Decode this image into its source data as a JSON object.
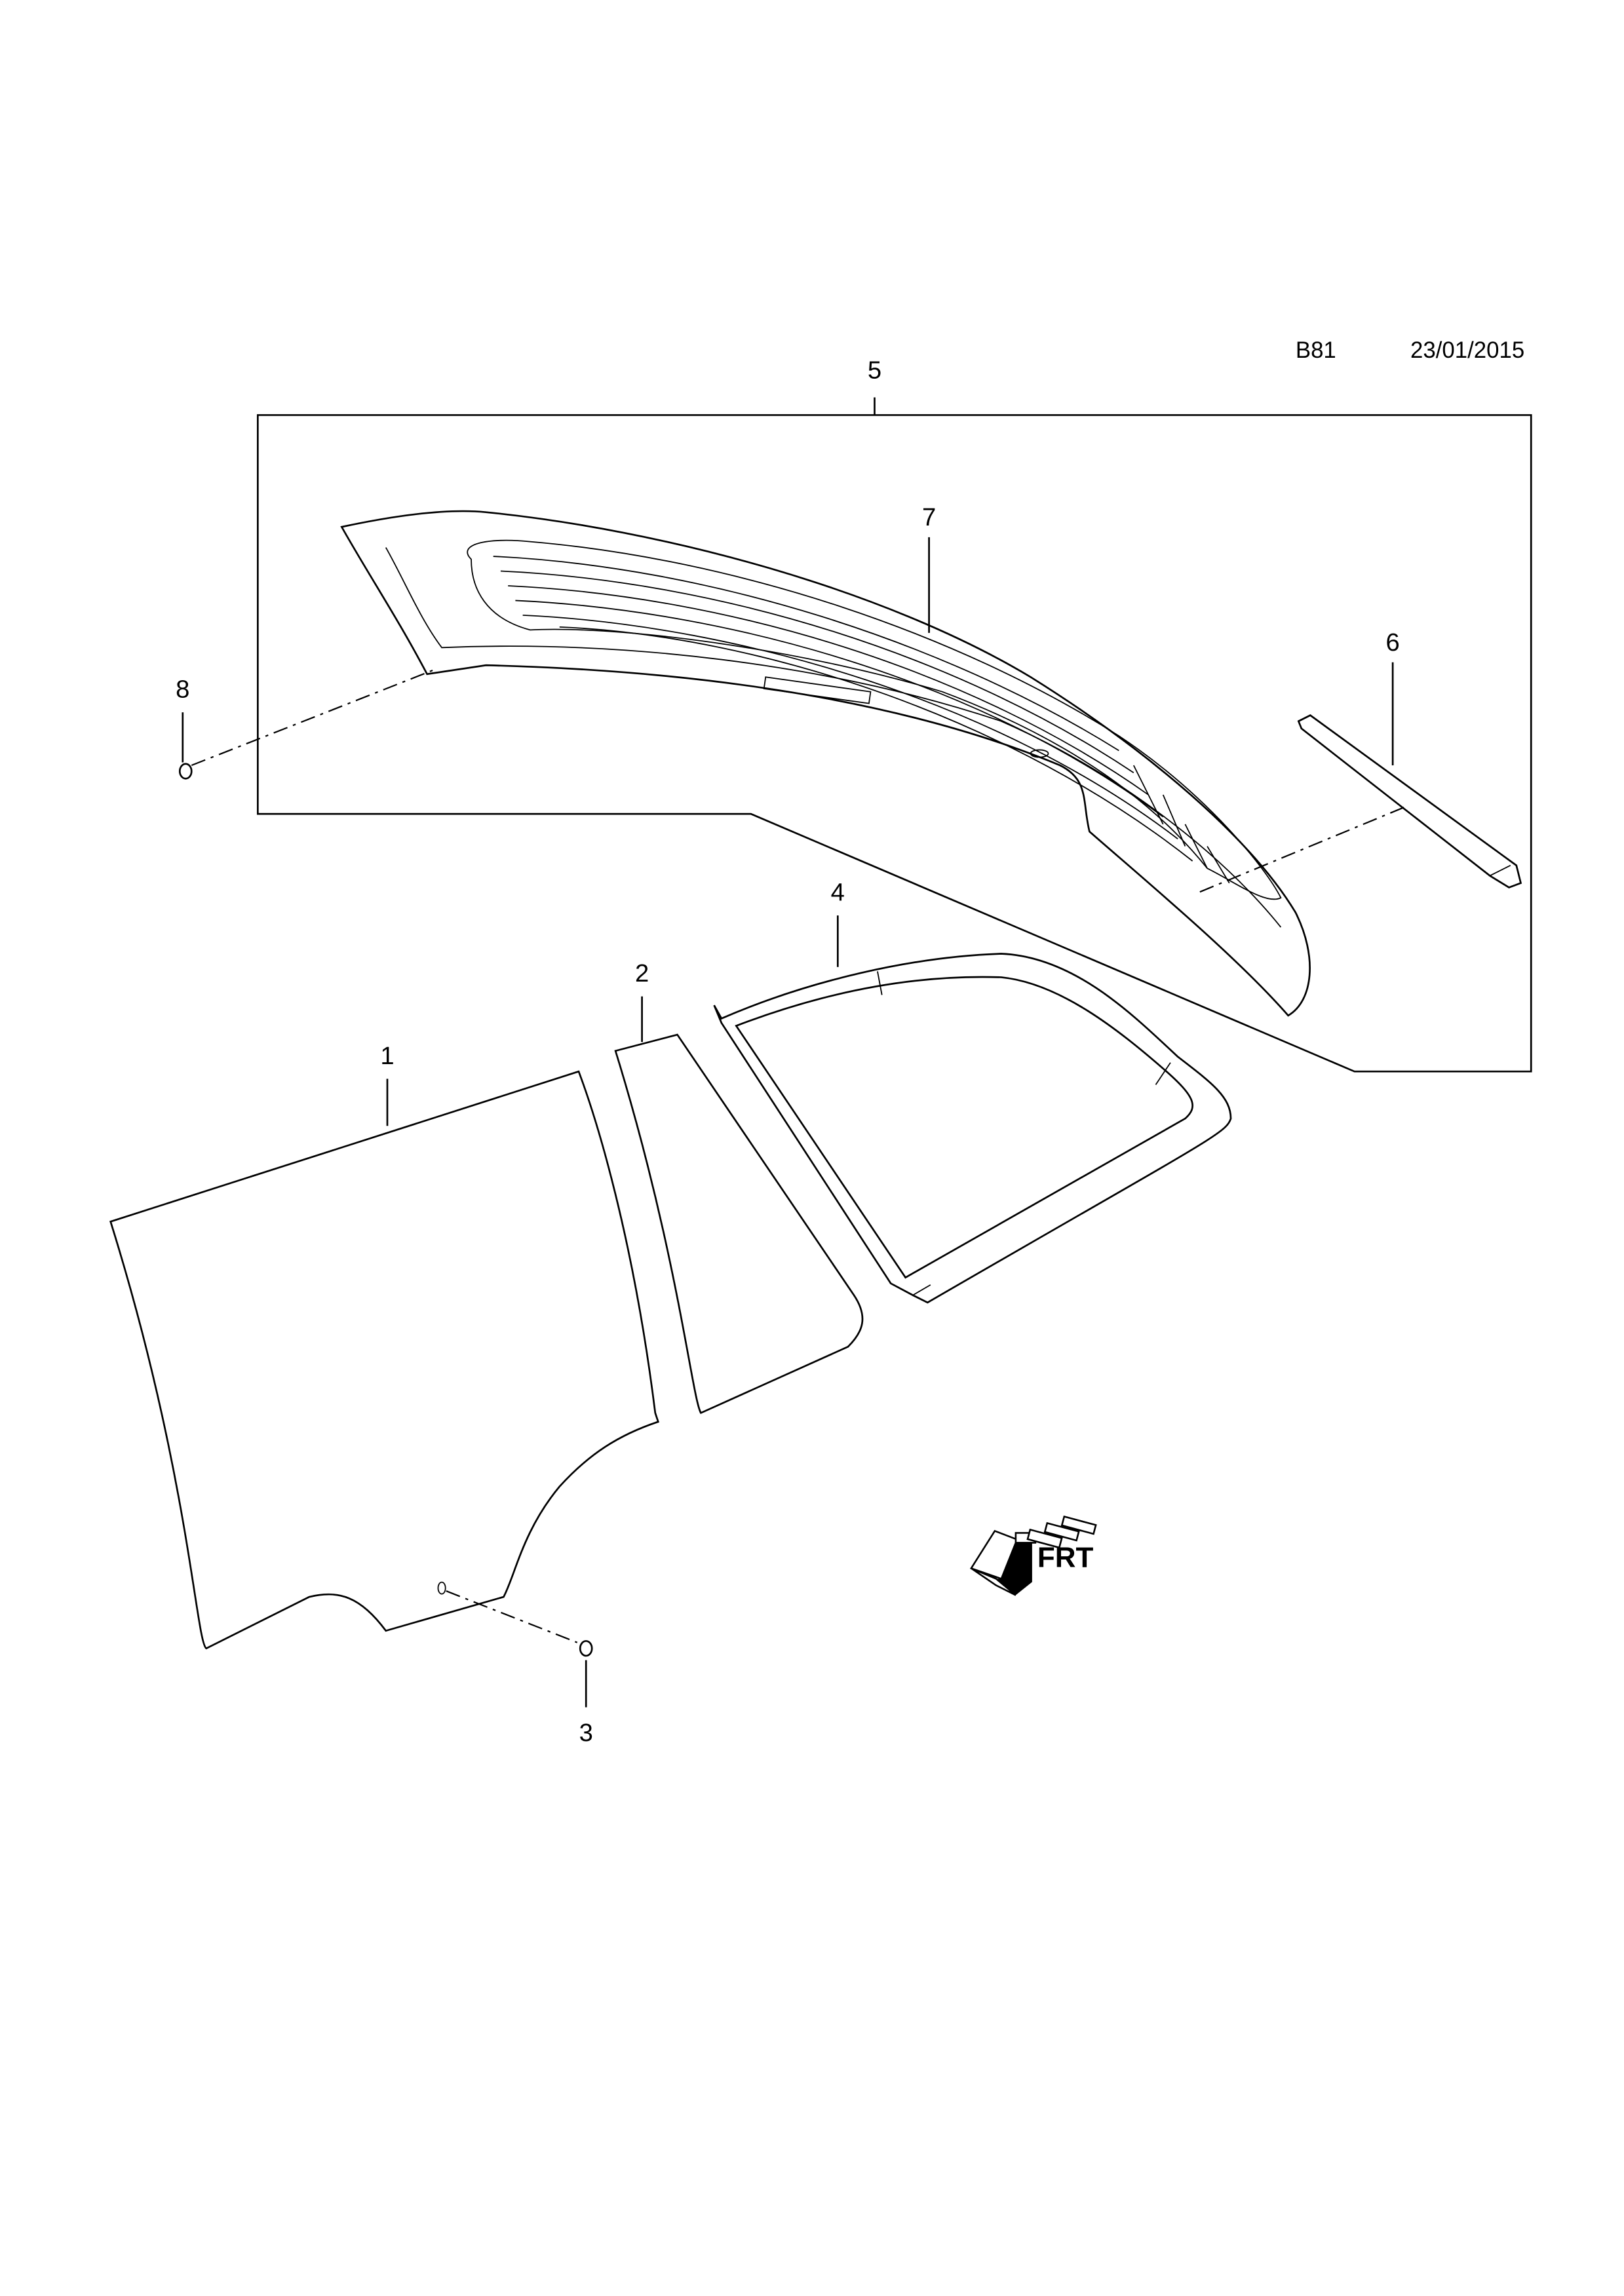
{
  "header": {
    "code": "B81",
    "date": "23/01/2015"
  },
  "callouts": {
    "p1": "1",
    "p2": "2",
    "p3": "3",
    "p4": "4",
    "p5": "5",
    "p6": "6",
    "p7": "7",
    "p8": "8"
  },
  "direction_marker": {
    "text": "FRT",
    "icon": "front-direction-arrow-icon"
  },
  "colors": {
    "line": "#000000",
    "background": "#ffffff"
  }
}
